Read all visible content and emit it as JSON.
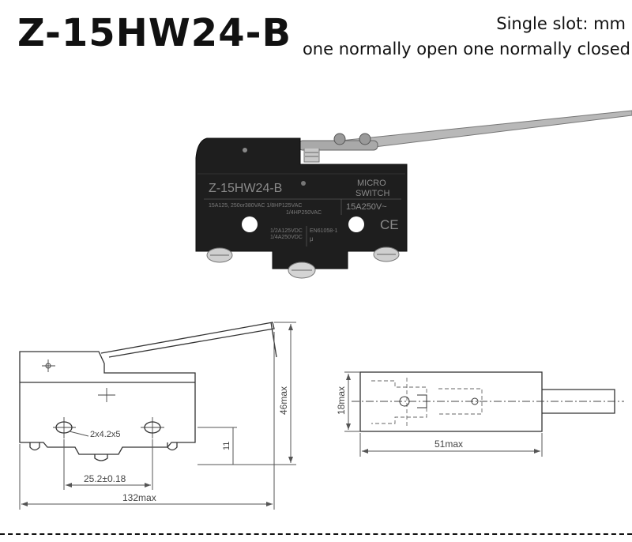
{
  "header": {
    "title": "Z-15HW24-B",
    "spec_line_1": "Single slot: mm",
    "spec_line_2": "one normally open one normally closed"
  },
  "product": {
    "model_label": "Z-15HW24-B",
    "brand_line_1": "MICRO",
    "brand_line_2": "SWITCH",
    "rating_main": "15A250V~",
    "rating_ac": "15A125, 250or380VAC 1/8HP125VAC",
    "rating_ac_2": "1/4HP250VAC",
    "rating_dc_1": "1/2A125VDC",
    "rating_dc_2": "1/4A250VDC",
    "standard": "EN61058-1",
    "mu_mark": "μ",
    "ce_mark": "CE",
    "body_color": "#1c1c1c"
  },
  "side_drawing": {
    "hole_label": "2x4.2x5",
    "height_label": "46max",
    "small_height_label": "11",
    "spacing_label": "25.2±0.18",
    "length_label": "132max"
  },
  "top_drawing": {
    "width_label": "18max",
    "length_label": "51max"
  }
}
